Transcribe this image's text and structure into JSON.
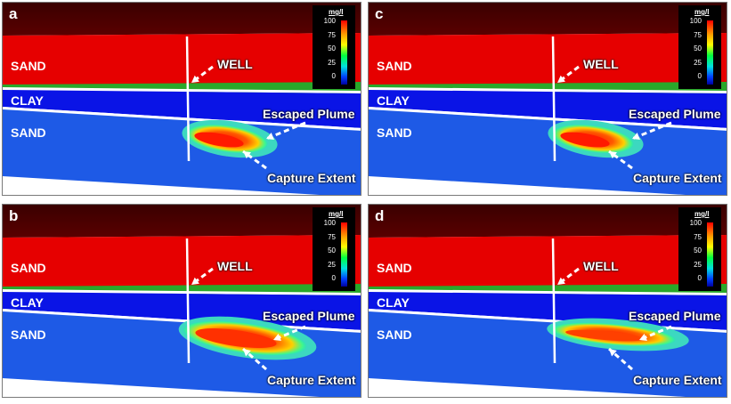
{
  "panels": [
    {
      "letter": "a",
      "variant": "small"
    },
    {
      "letter": "b",
      "variant": "large"
    },
    {
      "letter": "c",
      "variant": "small"
    },
    {
      "letter": "d",
      "variant": "large-d"
    }
  ],
  "labels": {
    "sand_top": "SAND",
    "clay": "CLAY",
    "sand_bottom": "SAND",
    "well": "WELL",
    "escaped_plume": "Escaped Plume",
    "capture_extent": "Capture Extent"
  },
  "legend": {
    "unit": "mg/l",
    "ticks": [
      "100",
      "75",
      "50",
      "25",
      "0"
    ]
  },
  "colors": {
    "top_dark": "#4a0000",
    "sand_red": "#e60000",
    "clay_blue": "#0a14e6",
    "sand_blue": "#1e5ae6",
    "plume_core": "#ff2a00"
  }
}
